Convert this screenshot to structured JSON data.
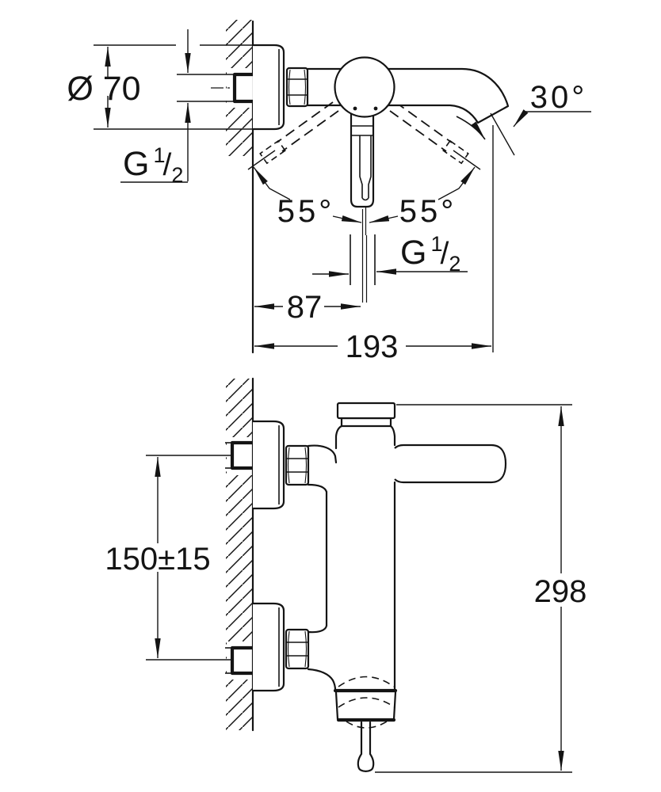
{
  "title": "Bath mixer tap installation drawing",
  "colors": {
    "line": "#141414",
    "background": "#ffffff"
  },
  "top_view": {
    "flange_diameter_label": "Ø 70",
    "wall_thread_label": {
      "prefix": "G",
      "numerator": "1",
      "slash": "/",
      "denominator": "2"
    },
    "spout_angle_label": "30°",
    "lever_swing_left_label": "55°",
    "lever_swing_right_label": "55°",
    "outlet_thread_label": {
      "prefix": "G",
      "numerator": "1",
      "slash": "/",
      "denominator": "2"
    },
    "wall_to_center_label": "87",
    "wall_to_spout_tip_label": "193"
  },
  "side_view": {
    "inlet_spacing_label": "150±15",
    "overall_height_label": "298"
  }
}
